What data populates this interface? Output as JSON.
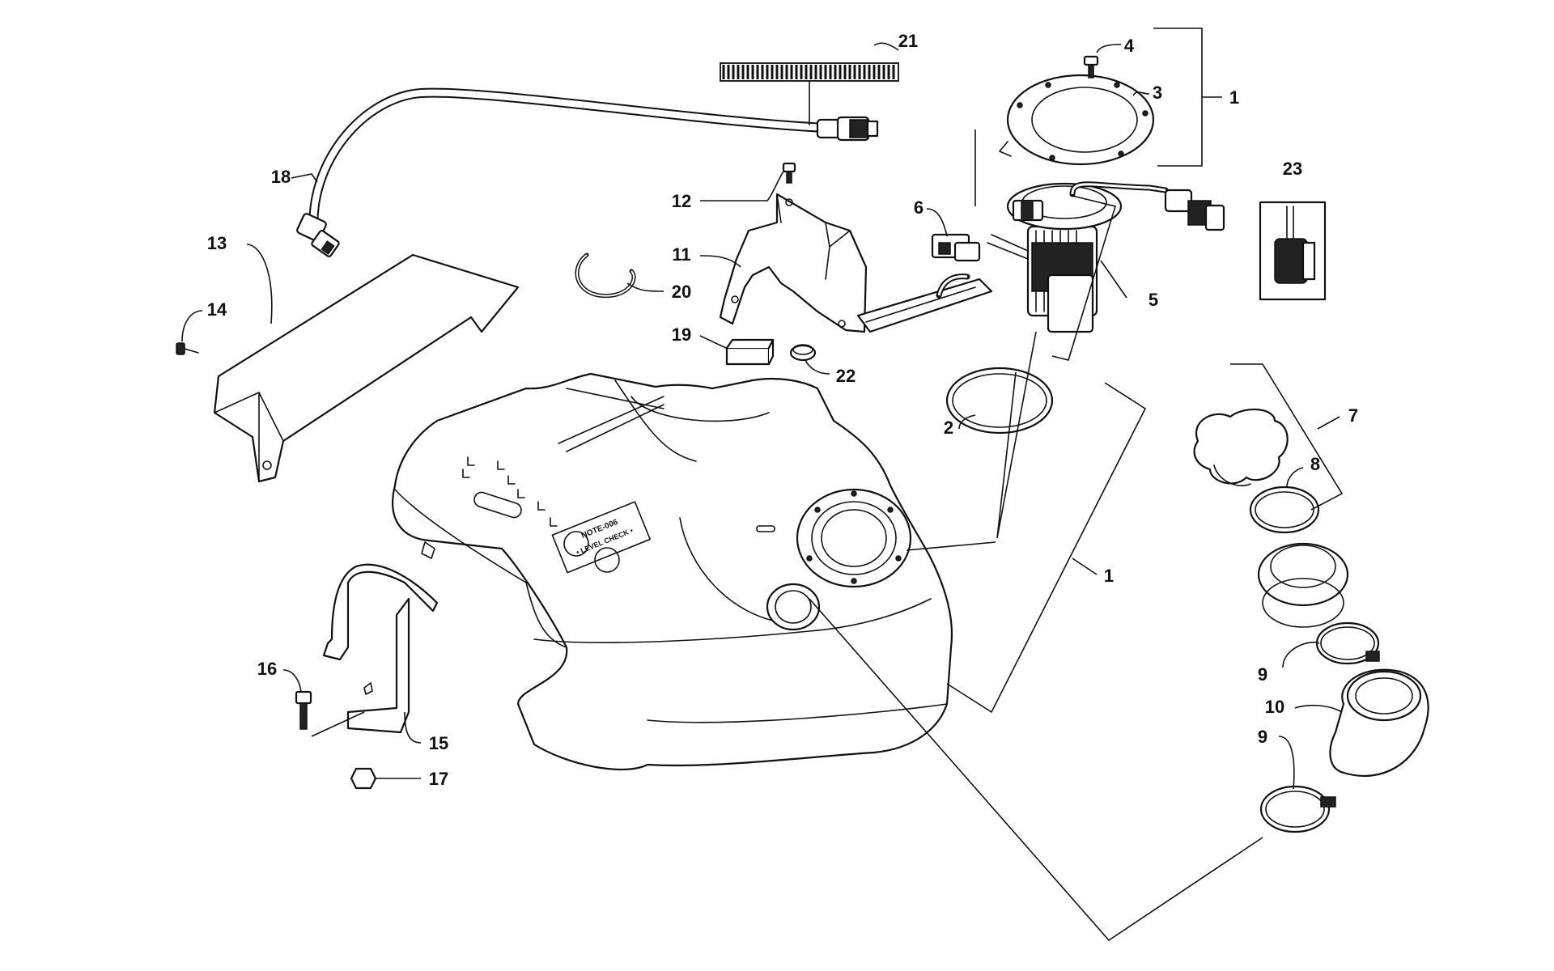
{
  "callouts": {
    "c1a": "1",
    "c1b": "1",
    "c2": "2",
    "c3": "3",
    "c4": "4",
    "c5": "5",
    "c6": "6",
    "c7": "7",
    "c8": "8",
    "c9a": "9",
    "c9b": "9",
    "c10": "10",
    "c11": "11",
    "c12": "12",
    "c13": "13",
    "c14": "14",
    "c15": "15",
    "c16": "16",
    "c17": "17",
    "c18": "18",
    "c19": "19",
    "c20": "20",
    "c21": "21",
    "c22": "22",
    "c23": "23"
  },
  "tank_label": {
    "line1": "NOTE-006",
    "line2": "• LEVEL CHECK •"
  }
}
